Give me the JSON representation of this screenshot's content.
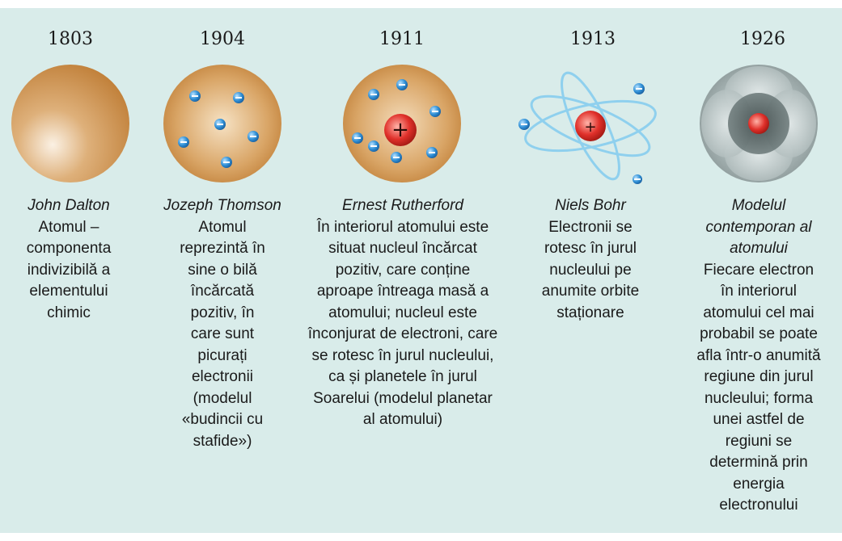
{
  "models": [
    {
      "year": "1803",
      "name": "John Dalton",
      "description": "Atomul – componenta indivizibilă a elementului chimic",
      "icon": "solid-sphere-icon"
    },
    {
      "year": "1904",
      "name": "Jozeph Thomson",
      "description": "Atomul reprezintă în sine o bilă încărcată pozitiv, în care sunt picurați electronii (modelul «budincii cu stafide»)",
      "icon": "plum-pudding-icon"
    },
    {
      "year": "1911",
      "name": "Ernest Rutherford",
      "description": "În interiorul atomului este situat nucleul încărcat pozitiv, care conține aproape întreaga masă a atomului; nucleul este înconjurat de electroni, care se rotesc în jurul nucleului, ca și planetele în jurul Soarelui (modelul planetar al atomului)",
      "icon": "planetary-atom-icon",
      "nucleus_symbol": "+"
    },
    {
      "year": "1913",
      "name": "Niels Bohr",
      "description": "Electronii se rotesc în jurul nucleului pe anumite orbite staționare",
      "icon": "bohr-orbits-icon",
      "nucleus_symbol": "+"
    },
    {
      "year": "1926",
      "name": "Modelul contemporan al atomului",
      "description": "Fiecare electron în interiorul atomului cel mai probabil se poate afla într-o anumită regiune din jurul nucleului; forma unei astfel de regiuni se determină prin energia electronului",
      "icon": "electron-cloud-icon"
    }
  ],
  "electron_symbol": "−",
  "colors": {
    "background": "#d9ecea",
    "sphere": "#c8904a",
    "nucleus": "#e0302a",
    "electron": "#2f8fd6",
    "orbit": "#8fd0ee",
    "cloud": "#9aa9a9"
  }
}
